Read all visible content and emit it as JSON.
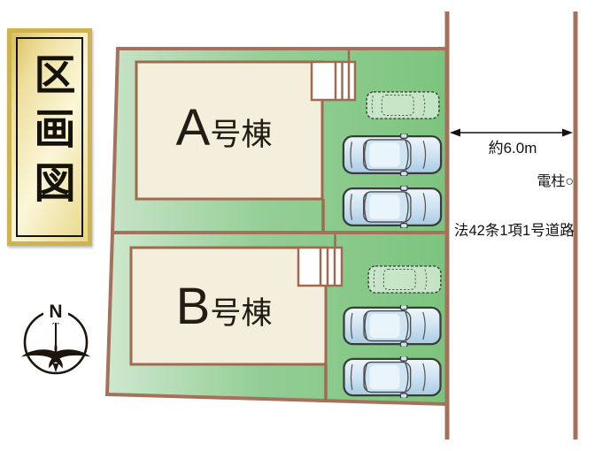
{
  "title": {
    "label": "区画図"
  },
  "compass": {
    "north_label": "N"
  },
  "plots": [
    {
      "id": "A",
      "building_letter": "A",
      "building_suffix": "号棟",
      "building_name": "A号棟",
      "parking": {
        "spaces": 3,
        "cars_parked": 2,
        "outline_car": 1
      }
    },
    {
      "id": "B",
      "building_letter": "B",
      "building_suffix": "号棟",
      "building_name": "B号棟",
      "parking": {
        "spaces": 3,
        "cars_parked": 2,
        "outline_car": 1
      }
    }
  ],
  "road": {
    "width_label": "約6.0m",
    "pole_label": "電柱○",
    "type_label": "法42条1項1号道路"
  },
  "colors": {
    "boundary_brown": "#a5715b",
    "building_border": "#a06a50",
    "building_fill": "#f4eedd",
    "lawn_green": "#8bca8c",
    "title_gold": "#e8d88e",
    "car_blue": "#bdd7ec"
  }
}
